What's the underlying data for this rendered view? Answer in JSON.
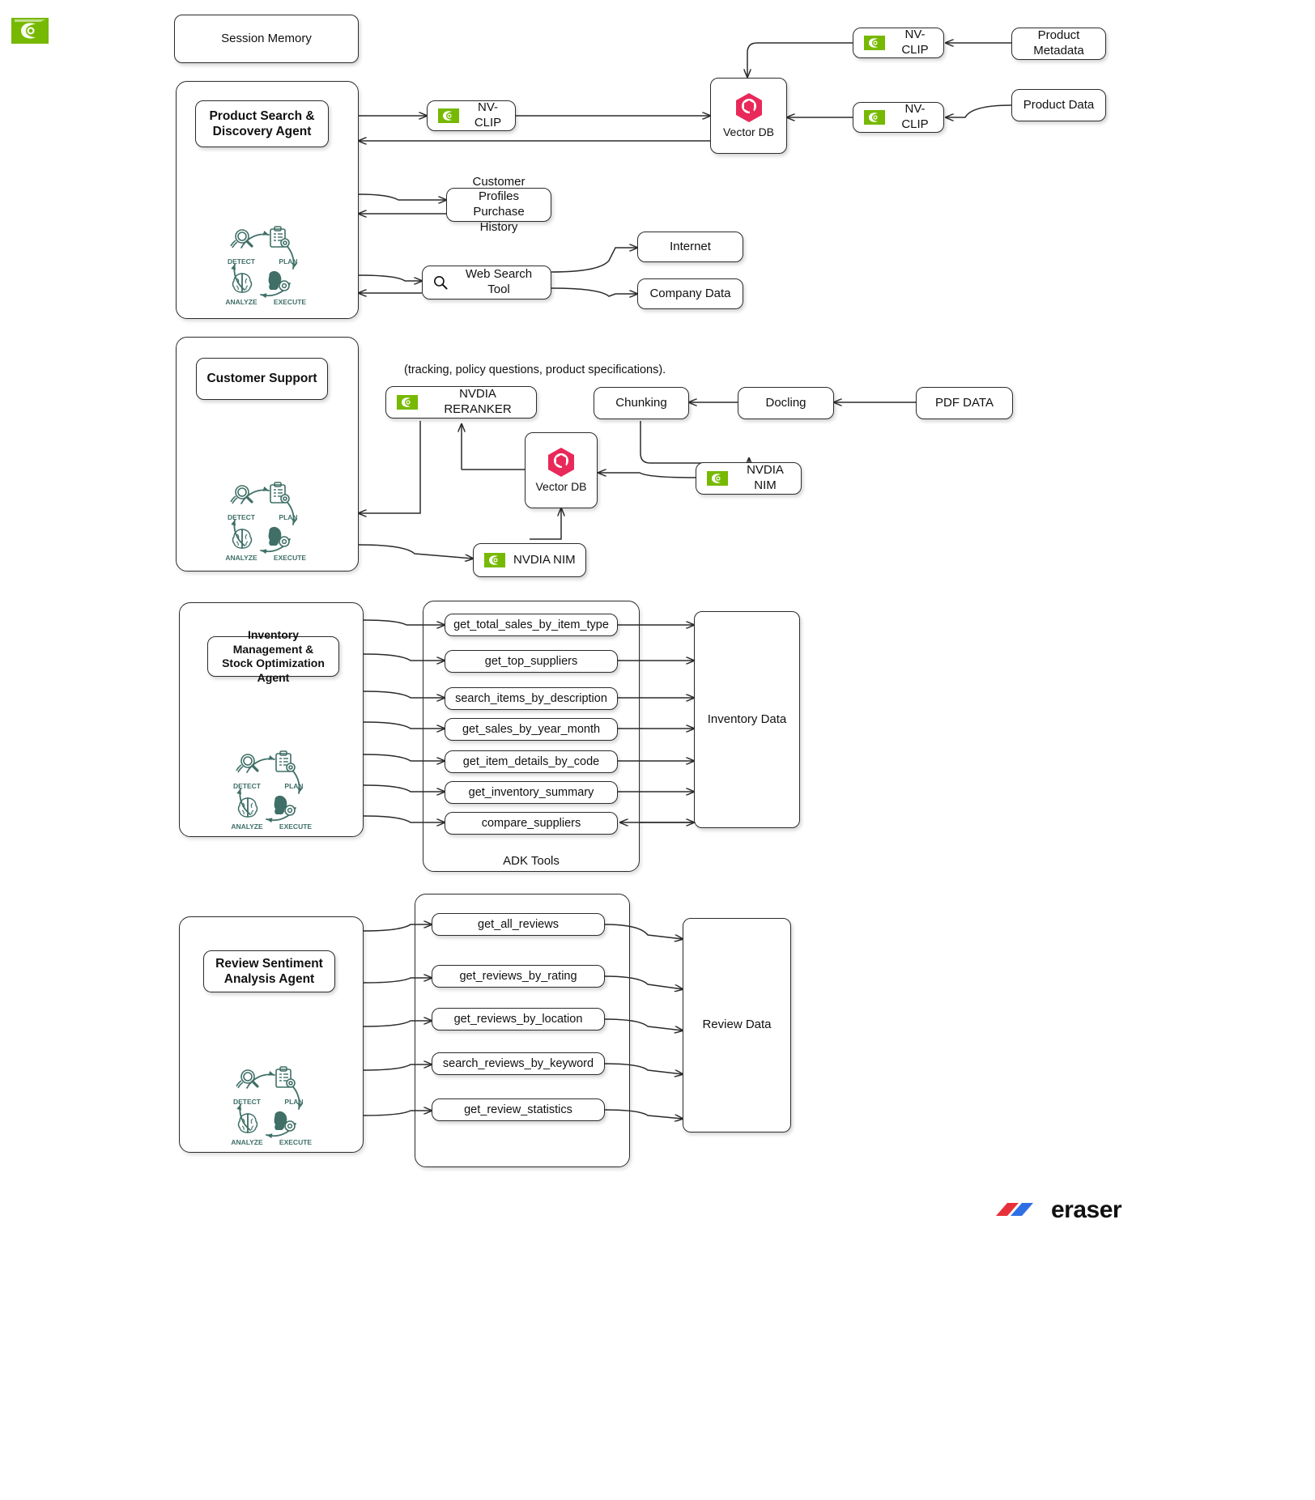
{
  "brand": {
    "nvidia_logo": "nvidia-eye-logo",
    "nvidia_green": "#76b900",
    "vectordb_pink": "#e8295a",
    "cycle_teal": "#3f6f67",
    "eraser_name": "eraser",
    "eraser_red": "#e8303a",
    "eraser_blue": "#2f6fe4"
  },
  "top": {
    "session_memory": "Session  Memory"
  },
  "product_section": {
    "agent_title": "Product Search &\nDiscovery Agent",
    "agent_title_l1": "Product Search &",
    "agent_title_l2": "Discovery Agent",
    "nvclip_left": "NV-CLIP",
    "vector_db": "Vector DB",
    "nvclip_top": "NV-CLIP",
    "nvclip_mid": "NV-CLIP",
    "product_metadata": "Product Metadata",
    "product_data": "Product Data",
    "customer_profiles_l1": "Customer Profiles",
    "customer_profiles_l2": "Purchase History",
    "web_search_tool": "Web Search Tool",
    "internet": "Internet",
    "company_data": "Company Data"
  },
  "support_section": {
    "agent_title": "Customer Support",
    "caption": "(tracking, policy questions, product specifications).",
    "reranker": "NVDIA RERANKER",
    "chunking": "Chunking",
    "docling": "Docling",
    "pdf_data": "PDF DATA",
    "vector_db": "Vector DB",
    "nim_right": "NVDIA NIM",
    "nim_bottom": "NVDIA NIM"
  },
  "inventory_section": {
    "agent_title_l1": "Inventory Management &",
    "agent_title_l2": "Stock Optimization Agent",
    "tools_group_label": "ADK Tools",
    "tools": [
      "get_total_sales_by_item_type",
      "get_top_suppliers",
      "search_items_by_description",
      "get_sales_by_year_month",
      "get_item_details_by_code",
      "get_inventory_summary",
      "compare_suppliers"
    ],
    "data_store": "Inventory Data"
  },
  "review_section": {
    "agent_title_l1": "Review Sentiment",
    "agent_title_l2": "Analysis Agent",
    "tools": [
      "get_all_reviews",
      "get_reviews_by_rating",
      "get_reviews_by_location",
      "search_reviews_by_keyword",
      "get_review_statistics"
    ],
    "data_store": "Review Data"
  },
  "agent_cycle": {
    "steps": [
      "DETECT",
      "PLAN",
      "ANALYZE",
      "EXECUTE"
    ],
    "icons": [
      "magnifier-icon",
      "clipboard-gear-icon",
      "brain-icon",
      "muscle-gear-icon"
    ]
  }
}
